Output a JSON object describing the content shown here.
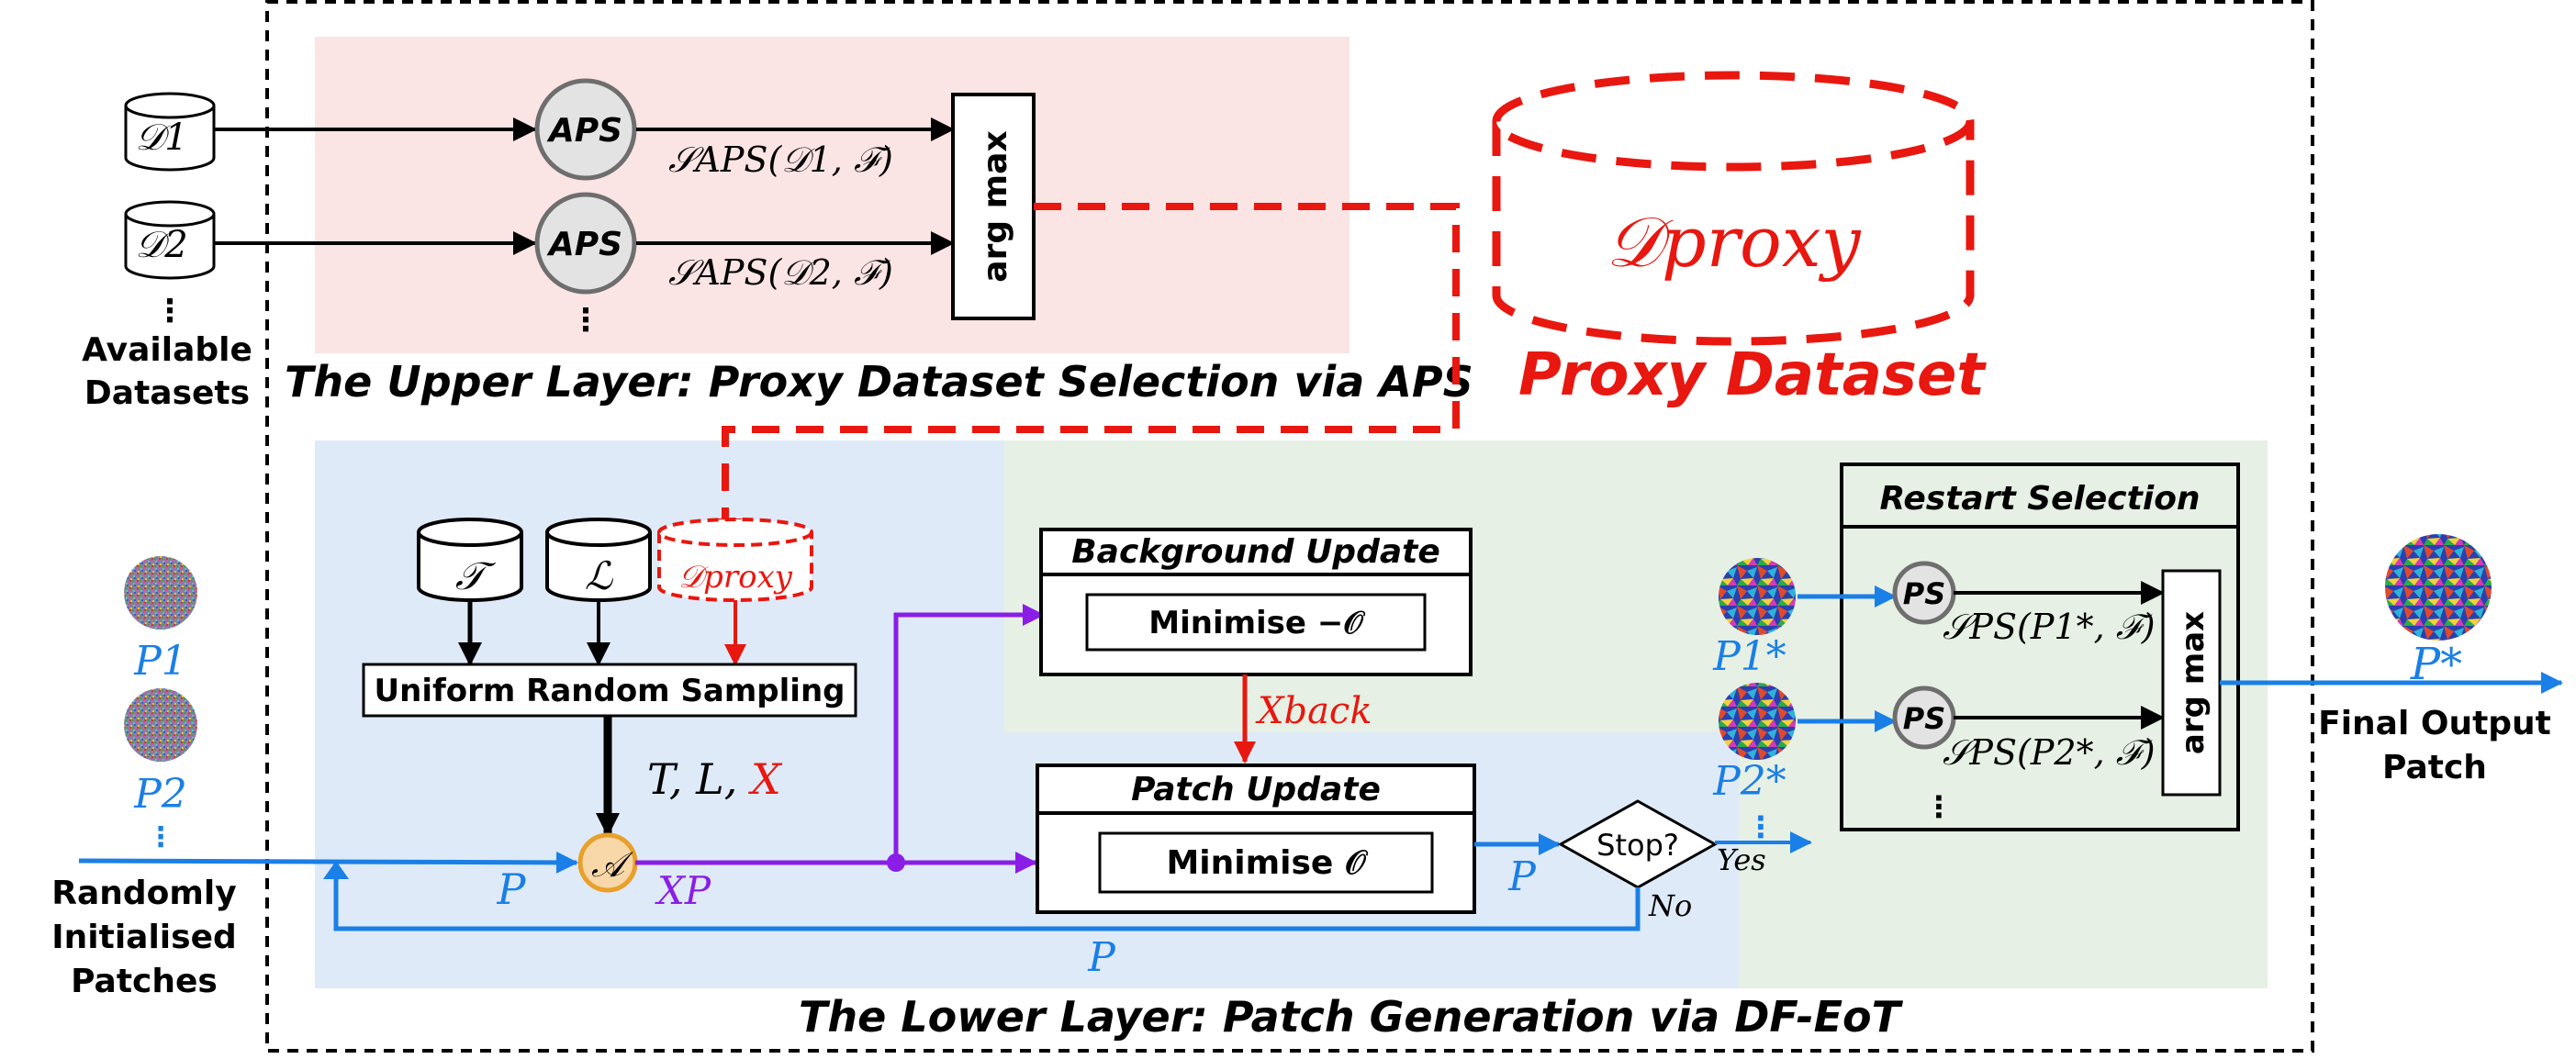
{
  "colors": {
    "upper_bg": "#fbe4e4",
    "lower_bg": "#dfeaf8",
    "green_bg": "#e6f0e4",
    "red": "#e8170f",
    "blue": "#1a7fe6",
    "purple": "#8a1ee6",
    "black": "#000000"
  },
  "upper": {
    "title": "The Upper Layer: Proxy Dataset Selection via APS",
    "datasets": [
      "𝒟1",
      "𝒟2"
    ],
    "dataset_sub": [
      "1",
      "2"
    ],
    "aps_label": "APS",
    "score1": "𝒮APS(𝒟1, ℱ)",
    "score2": "𝒮APS(𝒟2, ℱ)",
    "argmax": "arg max",
    "datasets_caption_line1": "Available",
    "datasets_caption_line2": "Datasets",
    "ellipsis": "⋮"
  },
  "proxy": {
    "symbol": "𝒟proxy",
    "caption": "Proxy Dataset"
  },
  "lower": {
    "title": "The Lower Layer: Patch Generation via DF-EoT",
    "inputs": [
      "𝒯",
      "ℒ",
      "𝒟proxy"
    ],
    "sampling_label": "Uniform Random Sampling",
    "sample_vars": "T, L, ",
    "sample_var_x": "X",
    "aug_symbol": "𝒜",
    "xp_label": "XP",
    "p_label": "P",
    "background_update": "Background Update",
    "minimise_neg": "Minimise −𝒪",
    "x_back": "Xback",
    "patch_update": "Patch Update",
    "minimise": "Minimise 𝒪",
    "stop": "Stop?",
    "yes": "Yes",
    "no": "No",
    "patches_caption": [
      "Randomly",
      "Initialised",
      "Patches"
    ],
    "patch_labels": [
      "P1",
      "P2"
    ]
  },
  "restart": {
    "title": "Restart Selection",
    "ps_label": "PS",
    "score1": "𝒮PS(P1*, ℱ)",
    "score2": "𝒮PS(P2*, ℱ)",
    "argmax": "arg max",
    "candidate_labels": [
      "P1*",
      "P2*"
    ]
  },
  "output": {
    "label": "P*",
    "caption": [
      "Final Output",
      "Patch"
    ]
  }
}
